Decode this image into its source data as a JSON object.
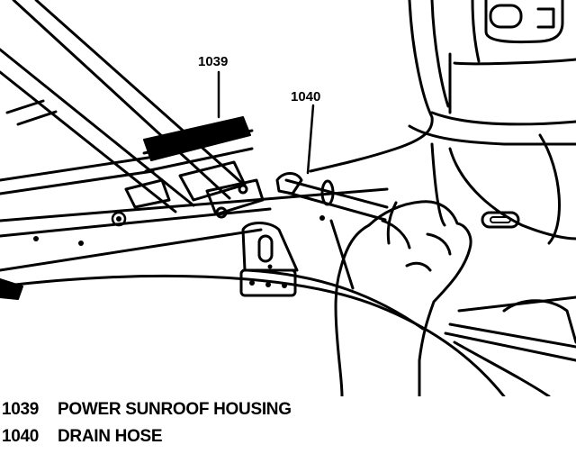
{
  "figure": {
    "callouts": [
      {
        "id": "1039",
        "label": "POWER SUNROOF HOUSING"
      },
      {
        "id": "1040",
        "label": "DRAIN HOSE"
      }
    ],
    "colors": {
      "ink": "#000000",
      "paper": "#ffffff"
    }
  }
}
